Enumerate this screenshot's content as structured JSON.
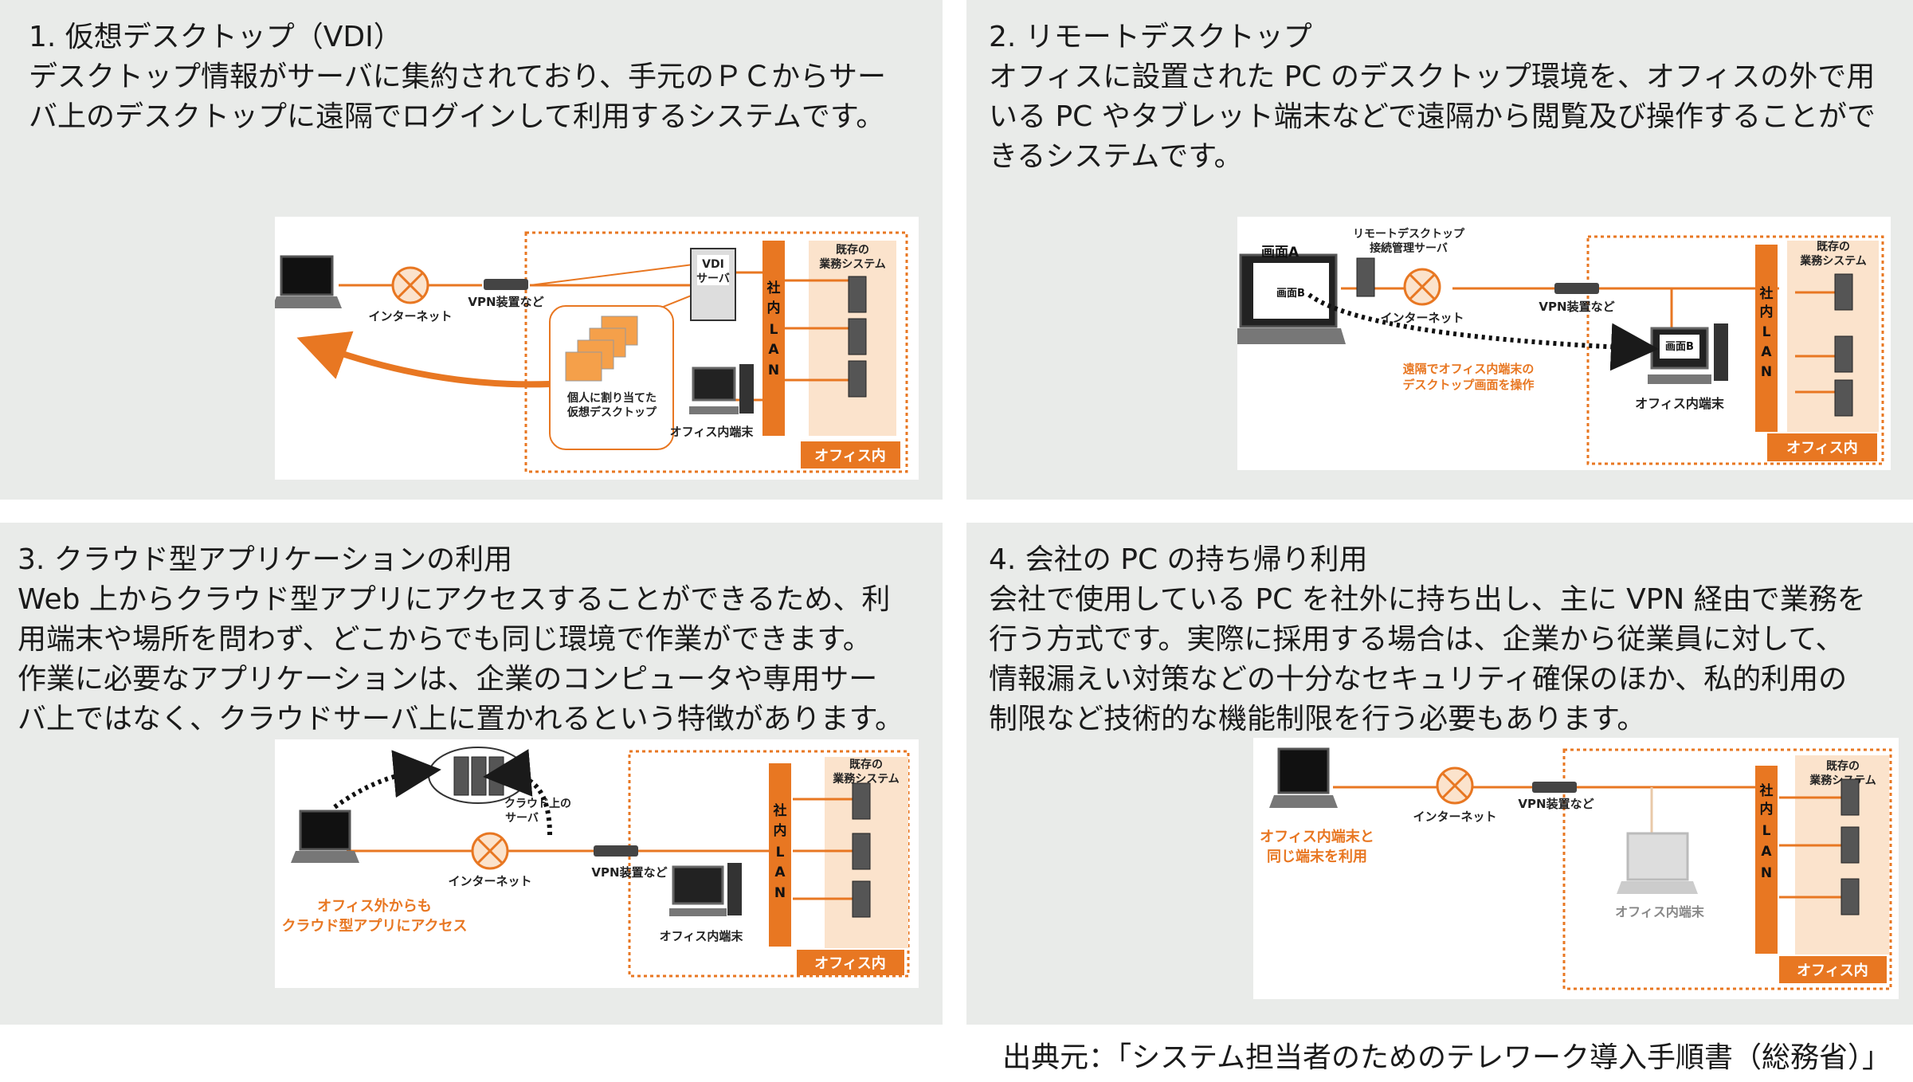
{
  "panels": [
    {
      "heading": "1. 仮想デスクトップ（VDI）",
      "lines": [
        "デスクトップ情報がサーバに集約されており、手元のＰＣからサー",
        "バ上のデスクトップに遠隔でログインして利用するシステムです。"
      ],
      "diagram": {
        "internet": "インターネット",
        "vpn": "VPN装置など",
        "vdi_line1": "VDI",
        "vdi_line2": "サーバ",
        "lan": [
          "社",
          "内",
          "L",
          "A",
          "N"
        ],
        "systems_line1": "既存の",
        "systems_line2": "業務システム",
        "vdesk_line1": "個人に割り当てた",
        "vdesk_line2": "仮想デスクトップ",
        "office_terminal": "オフィス内端末",
        "office_in": "オフィス内"
      }
    },
    {
      "heading": "2. リモートデスクトップ",
      "lines": [
        "オフィスに設置された PC のデスクトップ環境を、オフィスの外で用",
        "いる PC やタブレット端末などで遠隔から閲覧及び操作することがで",
        "きるシステムです。"
      ],
      "diagram": {
        "screen_a": "画面A",
        "screen_b": "画面B",
        "screen_b2": "画面B",
        "rd_server_line1": "リモートデスクトップ",
        "rd_server_line2": "接続管理サーバ",
        "internet": "インターネット",
        "vpn": "VPN装置など",
        "lan": [
          "社",
          "内",
          "L",
          "A",
          "N"
        ],
        "systems_line1": "既存の",
        "systems_line2": "業務システム",
        "remote_line1": "遠隔でオフィス内端末の",
        "remote_line2": "デスクトップ画面を操作",
        "office_terminal": "オフィス内端末",
        "office_in": "オフィス内"
      }
    },
    {
      "heading": "3. クラウド型アプリケーションの利用",
      "lines": [
        "Web 上からクラウド型アプリにアクセスすることができるため、利",
        "用端末や場所を問わず、どこからでも同じ環境で作業ができます。",
        "作業に必要なアプリケーションは、企業のコンピュータや専用サー",
        "バ上ではなく、クラウドサーバ上に置かれるという特徴があります。"
      ],
      "diagram": {
        "cloud_line1": "クラウド上の",
        "cloud_line2": "サーバ",
        "internet": "インターネット",
        "vpn": "VPN装置など",
        "lan": [
          "社",
          "内",
          "L",
          "A",
          "N"
        ],
        "systems_line1": "既存の",
        "systems_line2": "業務システム",
        "access_line1": "オフィス外からも",
        "access_line2": "クラウド型アプリにアクセス",
        "office_terminal": "オフィス内端末",
        "office_in": "オフィス内"
      }
    },
    {
      "heading": "4. 会社の PC の持ち帰り利用",
      "lines": [
        "会社で使用している PC を社外に持ち出し、主に VPN 経由で業務を",
        "行う方式です。実際に採用する場合は、企業から従業員に対して、",
        "情報漏えい対策などの十分なセキュリティ確保のほか、私的利用の",
        "制限など技術的な機能制限を行う必要もあります。"
      ],
      "diagram": {
        "internet": "インターネット",
        "vpn": "VPN装置など",
        "lan": [
          "社",
          "内",
          "L",
          "A",
          "N"
        ],
        "systems_line1": "既存の",
        "systems_line2": "業務システム",
        "same_line1": "オフィス内端末と",
        "same_line2": "同じ端末を利用",
        "office_terminal": "オフィス内端末",
        "office_in": "オフィス内"
      }
    }
  ],
  "source": "出典元：「システム担当者のためのテレワーク導入手順書（総務省）」",
  "colors": {
    "orange": "#e87722",
    "panel_bg": "#e9ebe9",
    "light_orange": "#fbe3cc"
  }
}
